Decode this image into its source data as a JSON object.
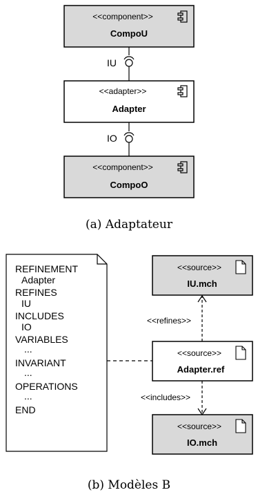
{
  "diagram_a": {
    "components": [
      {
        "stereotype": "<<component>>",
        "name": "CompoU",
        "fill": "#d9d9d9"
      },
      {
        "stereotype": "<<adapter>>",
        "name": "Adapter",
        "fill": "#ffffff"
      },
      {
        "stereotype": "<<component>>",
        "name": "CompoO",
        "fill": "#d9d9d9"
      }
    ],
    "interfaces": [
      "IU",
      "IO"
    ],
    "caption": "(a) Adaptateur"
  },
  "diagram_b": {
    "note_lines": [
      "REFINEMENT",
      "Adapter",
      "REFINES",
      "IU",
      "INCLUDES",
      "IO",
      "VARIABLES",
      "...",
      "INVARIANT",
      "...",
      "OPERATIONS",
      "...",
      "END"
    ],
    "sources": [
      {
        "stereotype": "<<source>>",
        "name": "IU.mch",
        "fill": "#d9d9d9"
      },
      {
        "stereotype": "<<source>>",
        "name": "Adapter.ref",
        "fill": "#ffffff"
      },
      {
        "stereotype": "<<source>>",
        "name": "IO.mch",
        "fill": "#d9d9d9"
      }
    ],
    "edges": [
      "<<refines>>",
      "<<includes>>"
    ],
    "caption": "(b) Modèles B"
  }
}
